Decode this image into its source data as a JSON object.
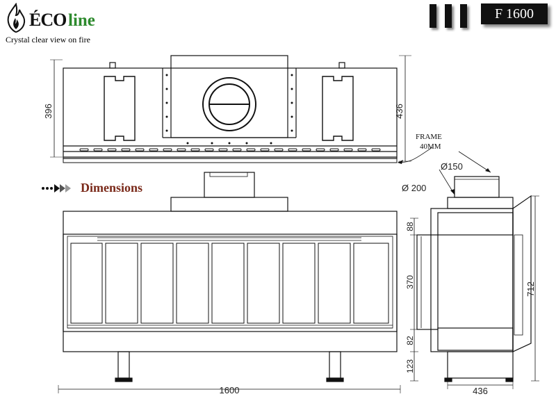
{
  "brand": {
    "logo_eco": "ÉCO",
    "logo_line": "line",
    "tagline": "Crystal clear view on fire",
    "line_color": "#2d8a2d"
  },
  "model": {
    "code": "F 1600"
  },
  "section": {
    "heading": "Dimensions",
    "heading_color": "#7a2a1a"
  },
  "dimensions": {
    "top_view_height_left": "396",
    "top_view_height_right": "436",
    "frame_label": "FRAME",
    "frame_size": "40MM",
    "flue_inner": "Ø150",
    "flue_outer": "Ø 200",
    "front_width": "1600",
    "side_top": "88",
    "side_glass": "370",
    "side_bottom": "82",
    "side_legs": "123",
    "side_total_height": "712",
    "side_depth": "436"
  },
  "icons": {
    "flame": "flame-icon",
    "arrow": "double-arrow-icon"
  }
}
